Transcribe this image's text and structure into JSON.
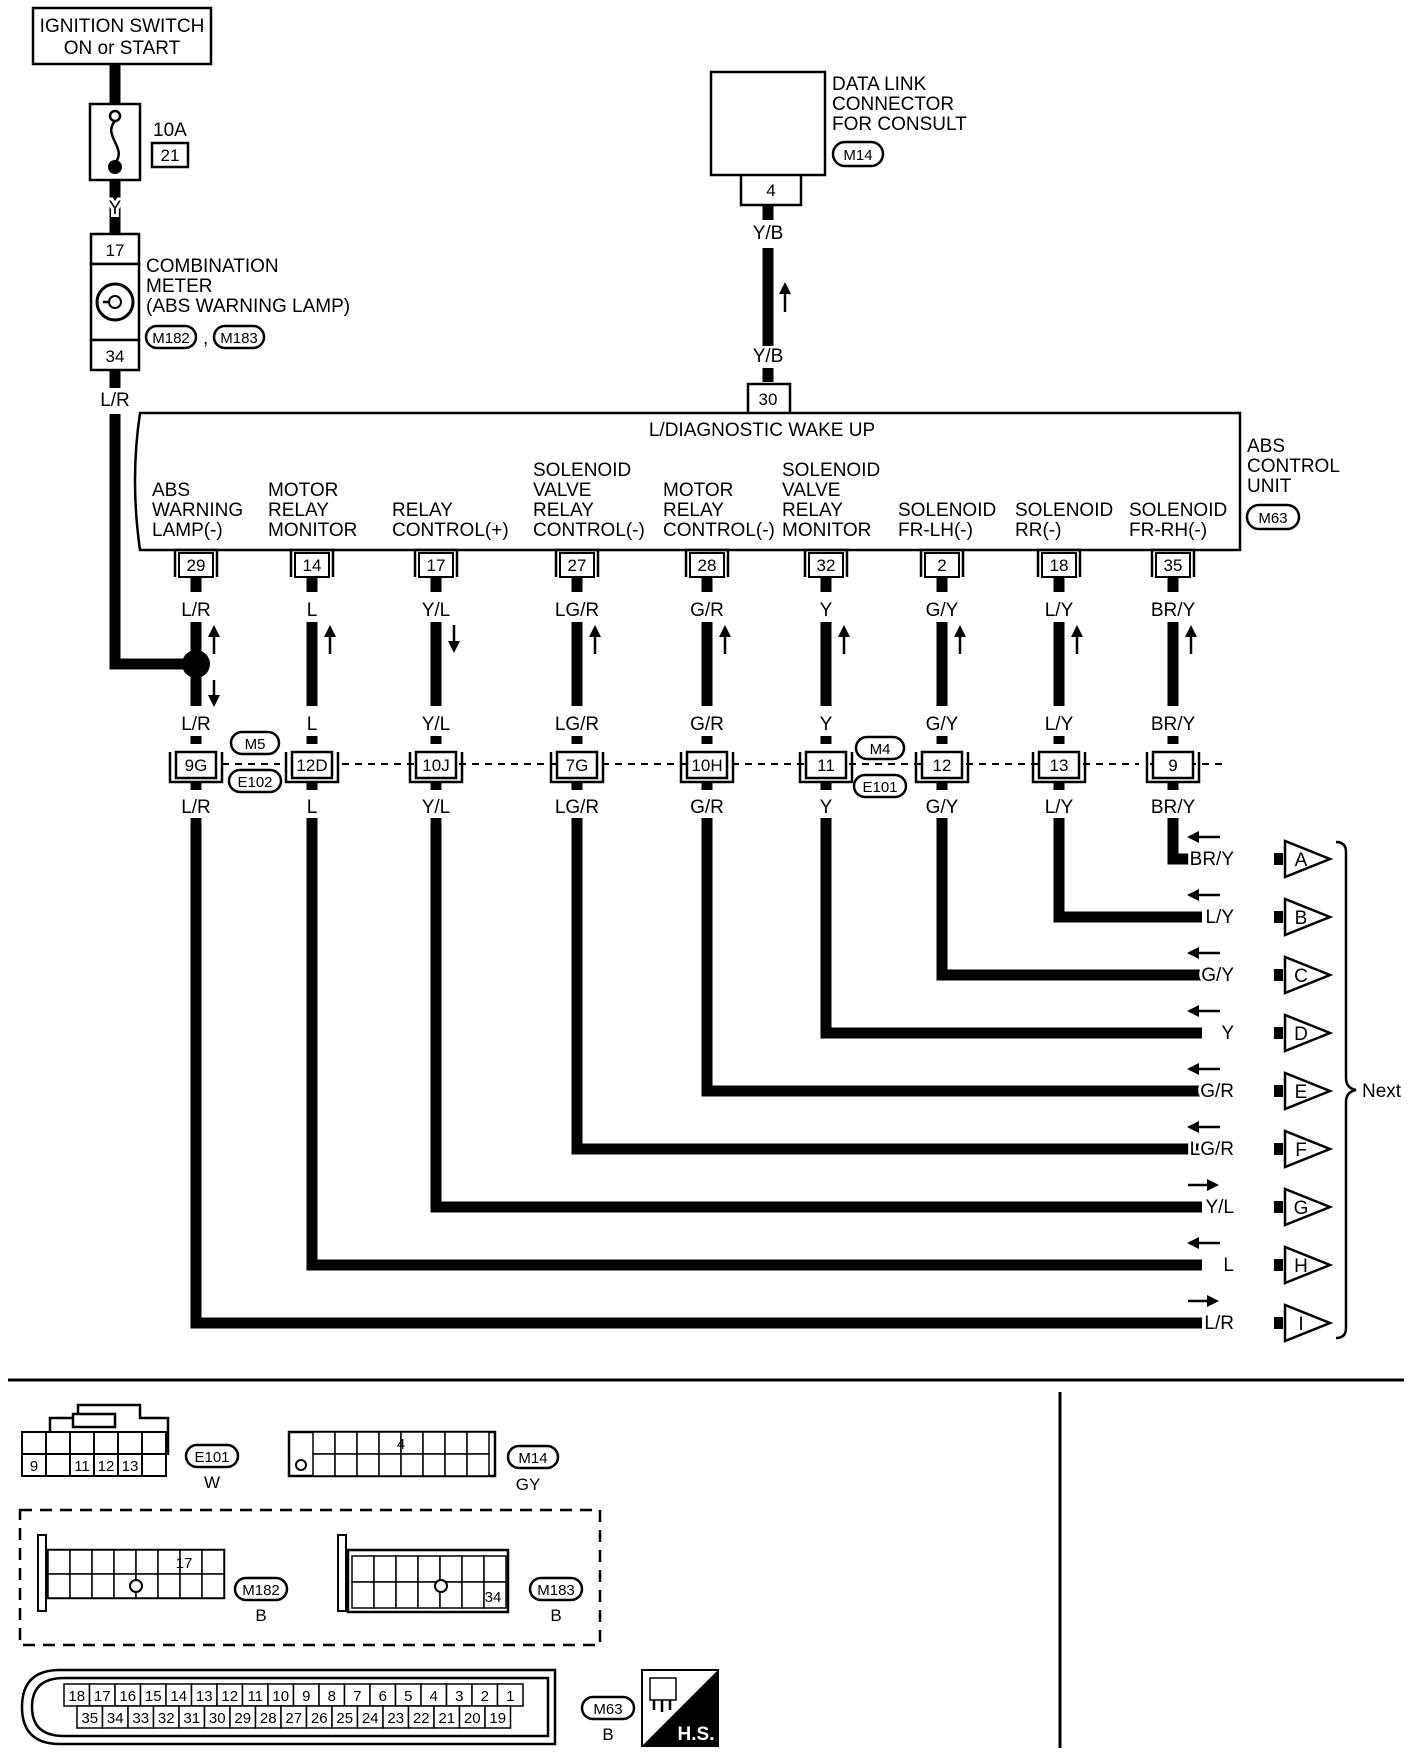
{
  "ignition": {
    "line1": "IGNITION SWITCH",
    "line2": "ON or START"
  },
  "fuse": {
    "rating": "10A",
    "number": "21"
  },
  "wire_y": "Y",
  "meter": {
    "pin_in": "17",
    "pin_out": "34",
    "line1": "COMBINATION",
    "line2": "METER",
    "line3": "(ABS WARNING LAMP)",
    "conn1": "M182",
    "sep": ",",
    "conn2": "M183"
  },
  "wire_lr": "L/R",
  "dlc": {
    "line1": "DATA LINK",
    "line2": "CONNECTOR",
    "line3": "FOR CONSULT",
    "conn": "M14",
    "pin": "4"
  },
  "wire_yb_top": "Y/B",
  "wire_yb_bottom": "Y/B",
  "ecu": {
    "pin_top": "30",
    "wake_label": "L/DIAGNOSTIC WAKE UP",
    "line1": "ABS",
    "line2": "CONTROL",
    "line3": "UNIT",
    "conn": "M63"
  },
  "terminals": [
    {
      "label": [
        "ABS",
        "WARNING",
        "LAMP(-)"
      ],
      "pin": "29",
      "w1": "L/R",
      "w2": "L/R",
      "jpin": "9G",
      "w3": "L/R",
      "arrow": "up"
    },
    {
      "label": [
        "MOTOR",
        "RELAY",
        "MONITOR"
      ],
      "pin": "14",
      "w1": "L",
      "w2": "L",
      "jpin": "12D",
      "w3": "L",
      "arrow": "up"
    },
    {
      "label": [
        "RELAY",
        "CONTROL(+)"
      ],
      "pin": "17",
      "w1": "Y/L",
      "w2": "Y/L",
      "jpin": "10J",
      "w3": "Y/L",
      "arrow": "down"
    },
    {
      "label": [
        "SOLENOID",
        "VALVE",
        "RELAY",
        "CONTROL(-)"
      ],
      "pin": "27",
      "w1": "LG/R",
      "w2": "LG/R",
      "jpin": "7G",
      "w3": "LG/R",
      "arrow": "up"
    },
    {
      "label": [
        "MOTOR",
        "RELAY",
        "CONTROL(-)"
      ],
      "pin": "28",
      "w1": "G/R",
      "w2": "G/R",
      "jpin": "10H",
      "w3": "G/R",
      "arrow": "up"
    },
    {
      "label": [
        "SOLENOID",
        "VALVE",
        "RELAY",
        "MONITOR"
      ],
      "pin": "32",
      "w1": "Y",
      "w2": "Y",
      "jpin": "11",
      "w3": "Y",
      "arrow": "up"
    },
    {
      "label": [
        "SOLENOID",
        "FR-LH(-)"
      ],
      "pin": "2",
      "w1": "G/Y",
      "w2": "G/Y",
      "jpin": "12",
      "w3": "G/Y",
      "arrow": "up"
    },
    {
      "label": [
        "SOLENOID",
        "RR(-)"
      ],
      "pin": "18",
      "w1": "L/Y",
      "w2": "L/Y",
      "jpin": "13",
      "w3": "L/Y",
      "arrow": "up"
    },
    {
      "label": [
        "SOLENOID",
        "FR-RH(-)"
      ],
      "pin": "35",
      "w1": "BR/Y",
      "w2": "BR/Y",
      "jpin": "9",
      "w3": "BR/Y",
      "arrow": "up"
    }
  ],
  "junction_left": {
    "top": "M5",
    "bottom": "E102"
  },
  "junction_right": {
    "top": "M4",
    "bottom": "E101"
  },
  "outputs": [
    {
      "wire": "BR/Y",
      "letter": "A",
      "arrow": "left"
    },
    {
      "wire": "L/Y",
      "letter": "B",
      "arrow": "left"
    },
    {
      "wire": "G/Y",
      "letter": "C",
      "arrow": "left"
    },
    {
      "wire": "Y",
      "letter": "D",
      "arrow": "left"
    },
    {
      "wire": "G/R",
      "letter": "E",
      "arrow": "left"
    },
    {
      "wire": "LG/R",
      "letter": "F",
      "arrow": "left"
    },
    {
      "wire": "Y/L",
      "letter": "G",
      "arrow": "right"
    },
    {
      "wire": "L",
      "letter": "H",
      "arrow": "left"
    },
    {
      "wire": "L/R",
      "letter": "I",
      "arrow": "right"
    }
  ],
  "next_label": "Next",
  "connectors": {
    "e101": {
      "name": "E101",
      "color": "W",
      "pins": [
        "9",
        "",
        "11",
        "12",
        "13"
      ]
    },
    "m14": {
      "name": "M14",
      "color": "GY",
      "pin": "4"
    },
    "m182": {
      "name": "M182",
      "color": "B",
      "pin": "17"
    },
    "m183": {
      "name": "M183",
      "color": "B",
      "pin": "34"
    },
    "m63": {
      "name": "M63",
      "color": "B",
      "row1": [
        "18",
        "17",
        "16",
        "15",
        "14",
        "13",
        "12",
        "11",
        "10",
        "9",
        "8",
        "7",
        "6",
        "5",
        "4",
        "3",
        "2",
        "1"
      ],
      "row2": [
        "35",
        "34",
        "33",
        "32",
        "31",
        "30",
        "29",
        "28",
        "27",
        "26",
        "25",
        "24",
        "23",
        "22",
        "21",
        "20",
        "19"
      ]
    },
    "hs": "H.S."
  }
}
